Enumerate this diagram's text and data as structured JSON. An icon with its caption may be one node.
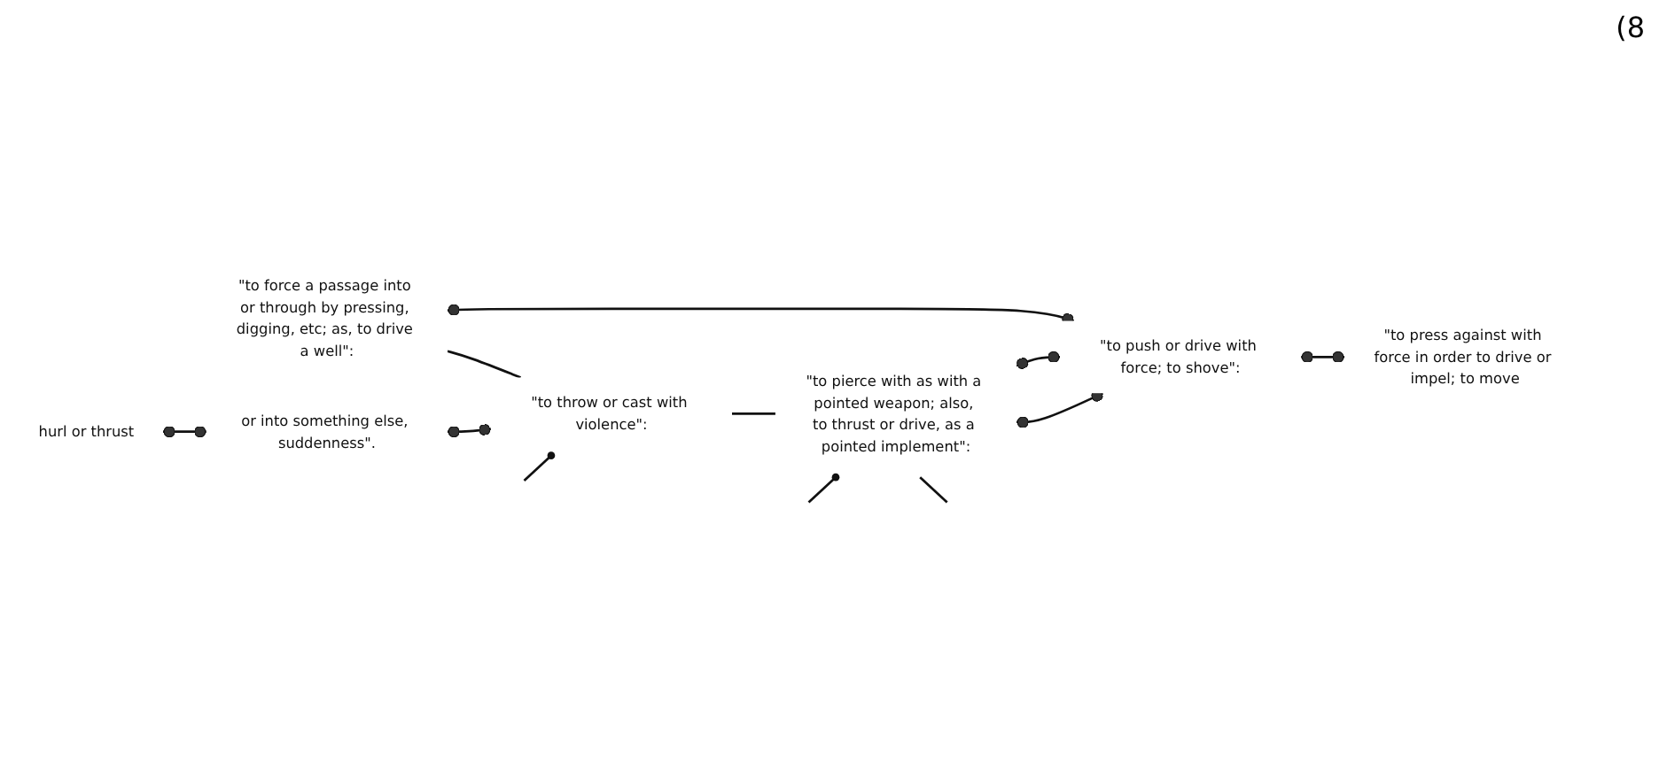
{
  "diagram": {
    "nodes": [
      {
        "text": [
          "hurl or thrust"
        ]
      },
      {
        "text": [
          "or into something else, suddenness\"."
        ]
      },
      {
        "text": [
          "\"to force a passage into or through by pressing, digging, etc; as, to drive a well\":"
        ]
      },
      {
        "text": [
          "\"to push or drive with force; to shove\":"
        ]
      },
      {
        "text": [
          "\"to throw or cast with violence\":"
        ]
      },
      {
        "text": [
          "\"to press against with force in order to drive or impel; to move"
        ]
      },
      {
        "text": [
          "\"to pierce with as with a pointed weapon; also, to thrust or drive, as a pointed implement\":"
        ]
      }
    ],
    "edges": [
      {
        "from": 0,
        "to": 1,
        "arrow": "other"
      },
      {
        "from": 2,
        "to": 3,
        "arrow": "other"
      },
      {
        "from": 2,
        "to": 4,
        "arrow": "none"
      },
      {
        "from": 1,
        "to": 4,
        "arrow": "other"
      },
      {
        "from": null,
        "to": 4,
        "arrow": "other"
      },
      {
        "from": 4,
        "to": 6,
        "arrow": "none"
      },
      {
        "from": null,
        "to": 6,
        "arrow": "other"
      },
      {
        "from": 6,
        "to": null,
        "arrow": "none"
      },
      {
        "from": 3,
        "to": 6,
        "arrow": "other"
      },
      {
        "from": 6,
        "to": 3,
        "arrow": "other"
      },
      {
        "from": 3,
        "to": 5,
        "arrow": "other"
      }
    ],
    "labels": [
      "(8"
    ]
  }
}
